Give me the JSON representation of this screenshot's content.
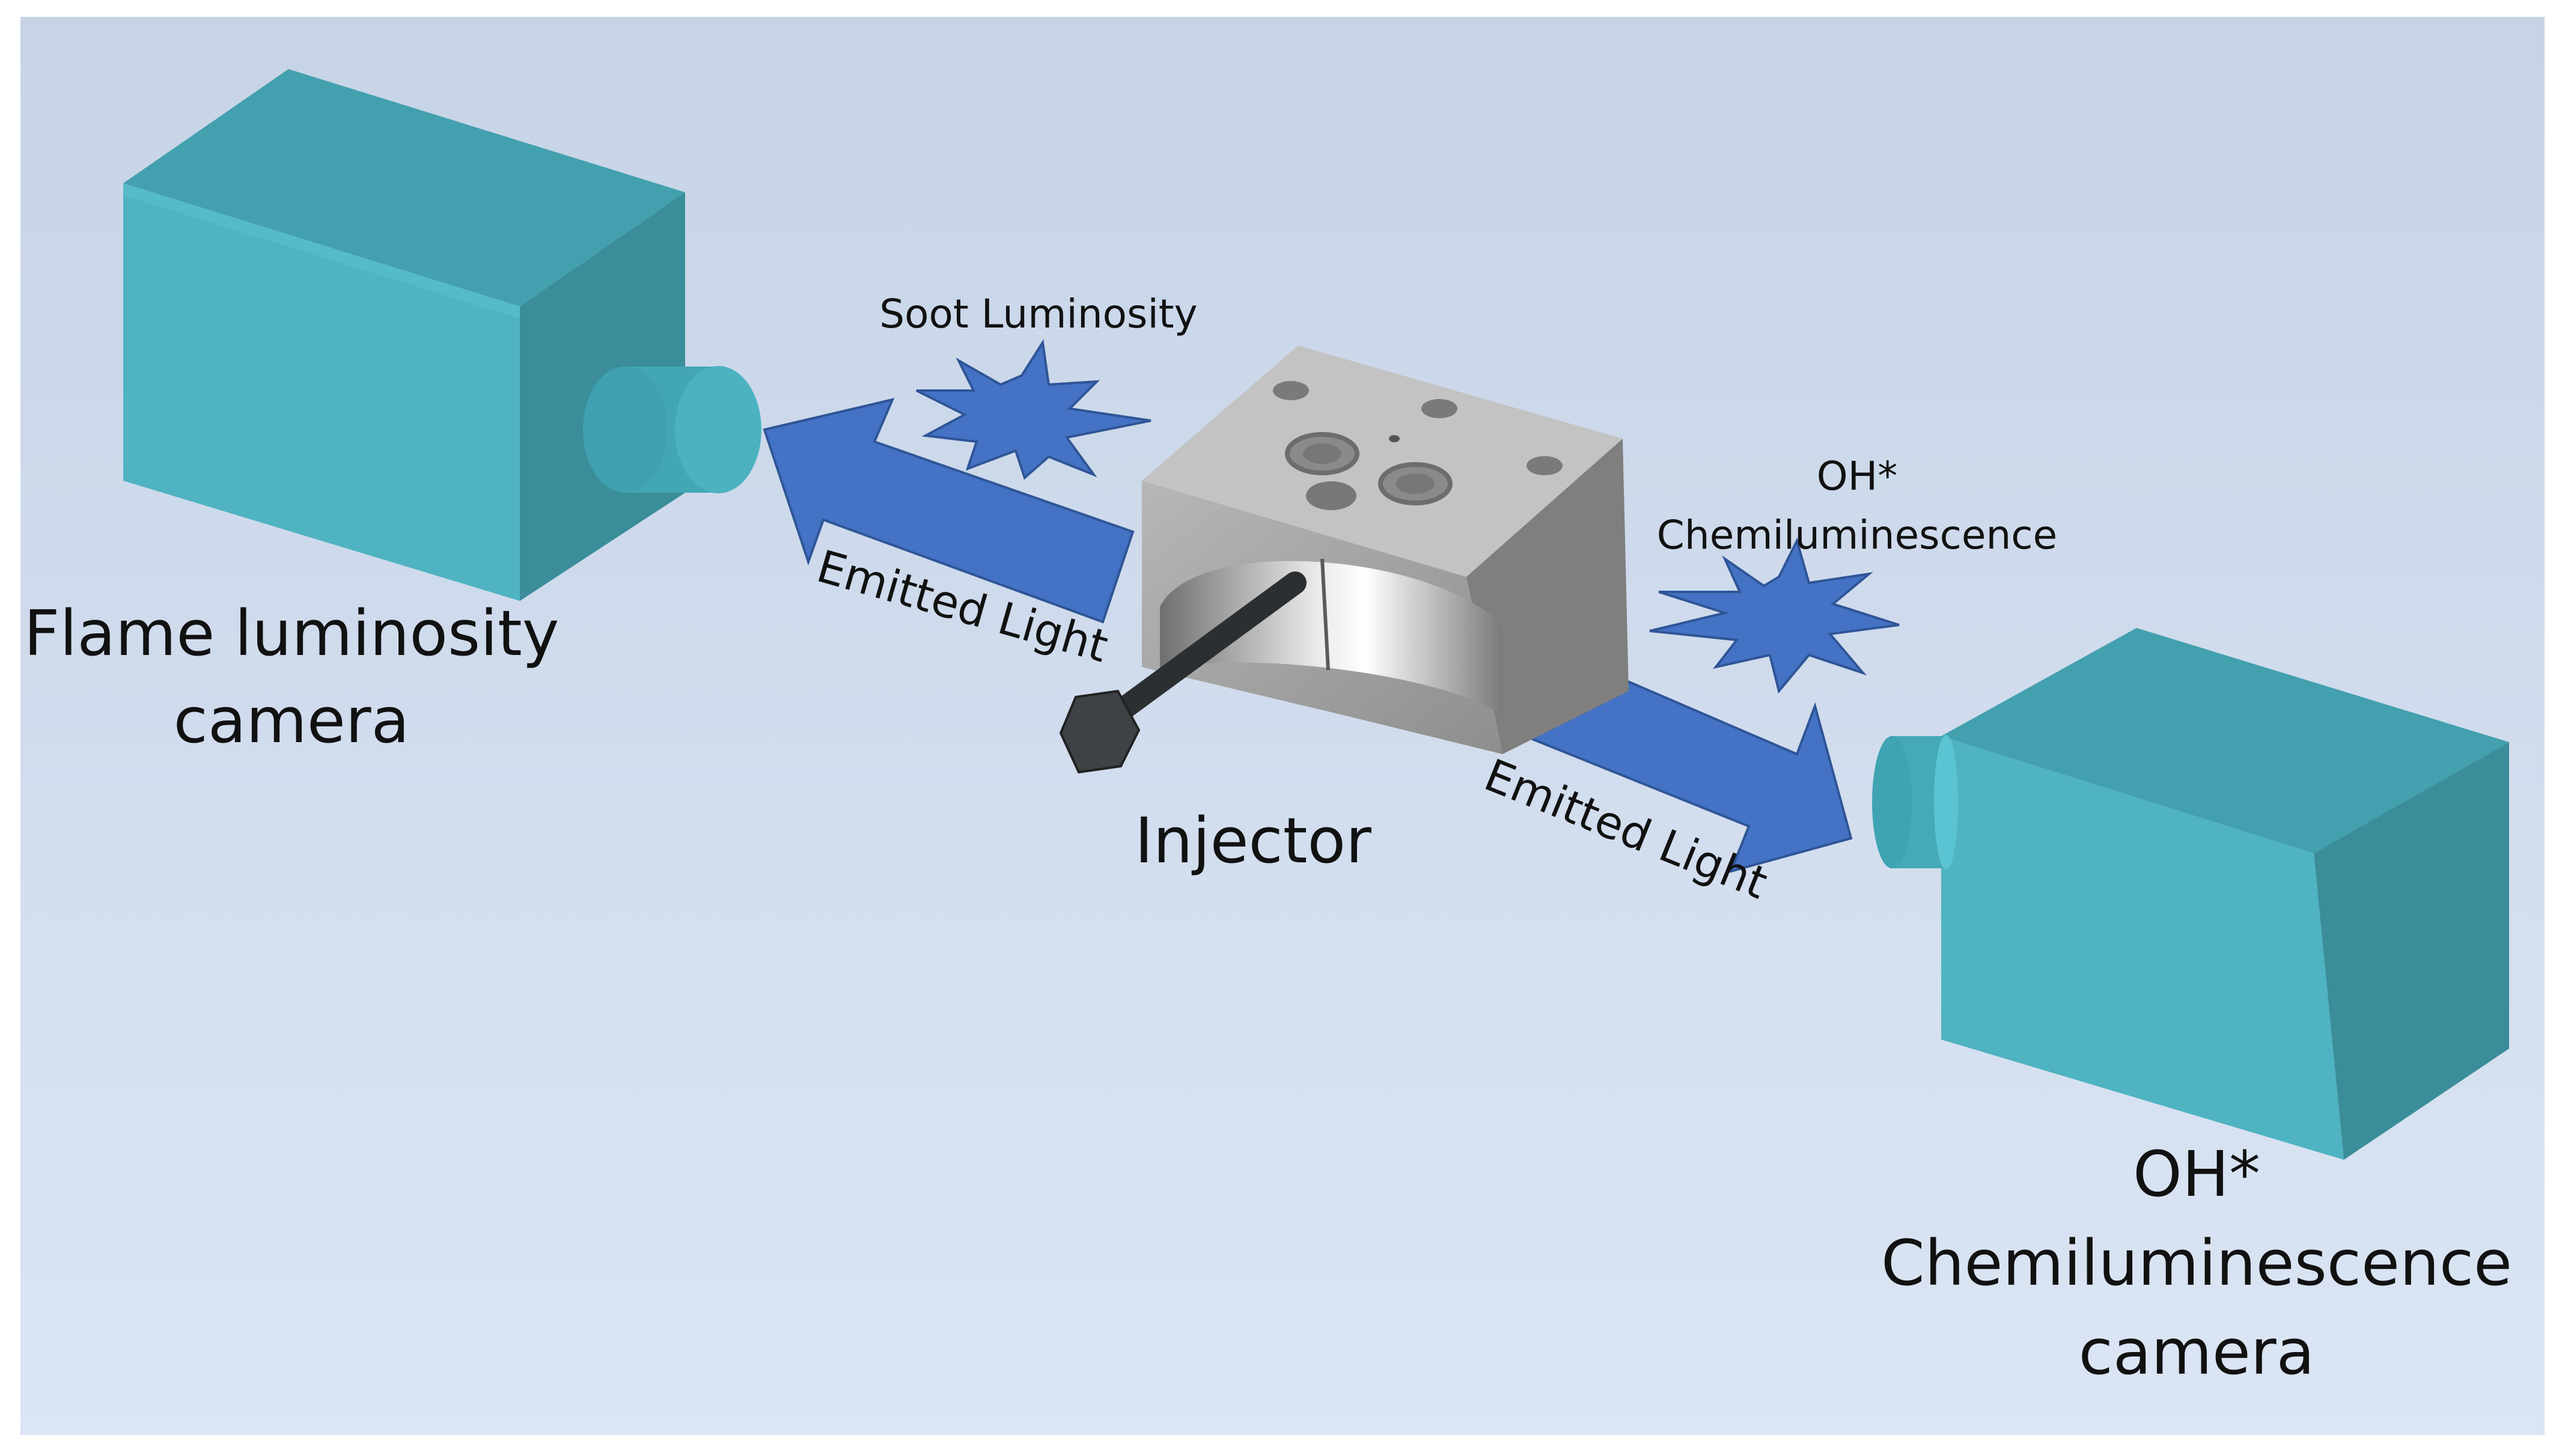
{
  "labels": {
    "flame_camera_line1": "Flame luminosity",
    "flame_camera_line2": "camera",
    "soot_luminosity": "Soot Luminosity",
    "oh_top_line1": "OH*",
    "oh_top_line2": "Chemiluminescence",
    "emitted_light_left": "Emitted Light",
    "emitted_light_right": "Emitted Light",
    "injector": "Injector",
    "oh_camera_line1": "OH*",
    "oh_camera_line2": "Chemiluminescence",
    "oh_camera_line3": "camera"
  },
  "colors": {
    "background_top": "#c6d4e6",
    "background_bottom": "#dbe5f4",
    "camera_front": "#4fb3c1",
    "camera_top": "#43a0ae",
    "camera_side": "#3a8d99",
    "arrow_blue": "#4472c4",
    "arrow_edge": "#2f5597",
    "block_gray": "#9d9d9d"
  },
  "icons": {
    "left_camera": "camera-body-icon",
    "right_camera": "camera-body-icon",
    "burst_left": "starburst-icon",
    "burst_right": "starburst-icon",
    "chamber": "combustion-chamber-icon",
    "injector": "injector-icon"
  }
}
